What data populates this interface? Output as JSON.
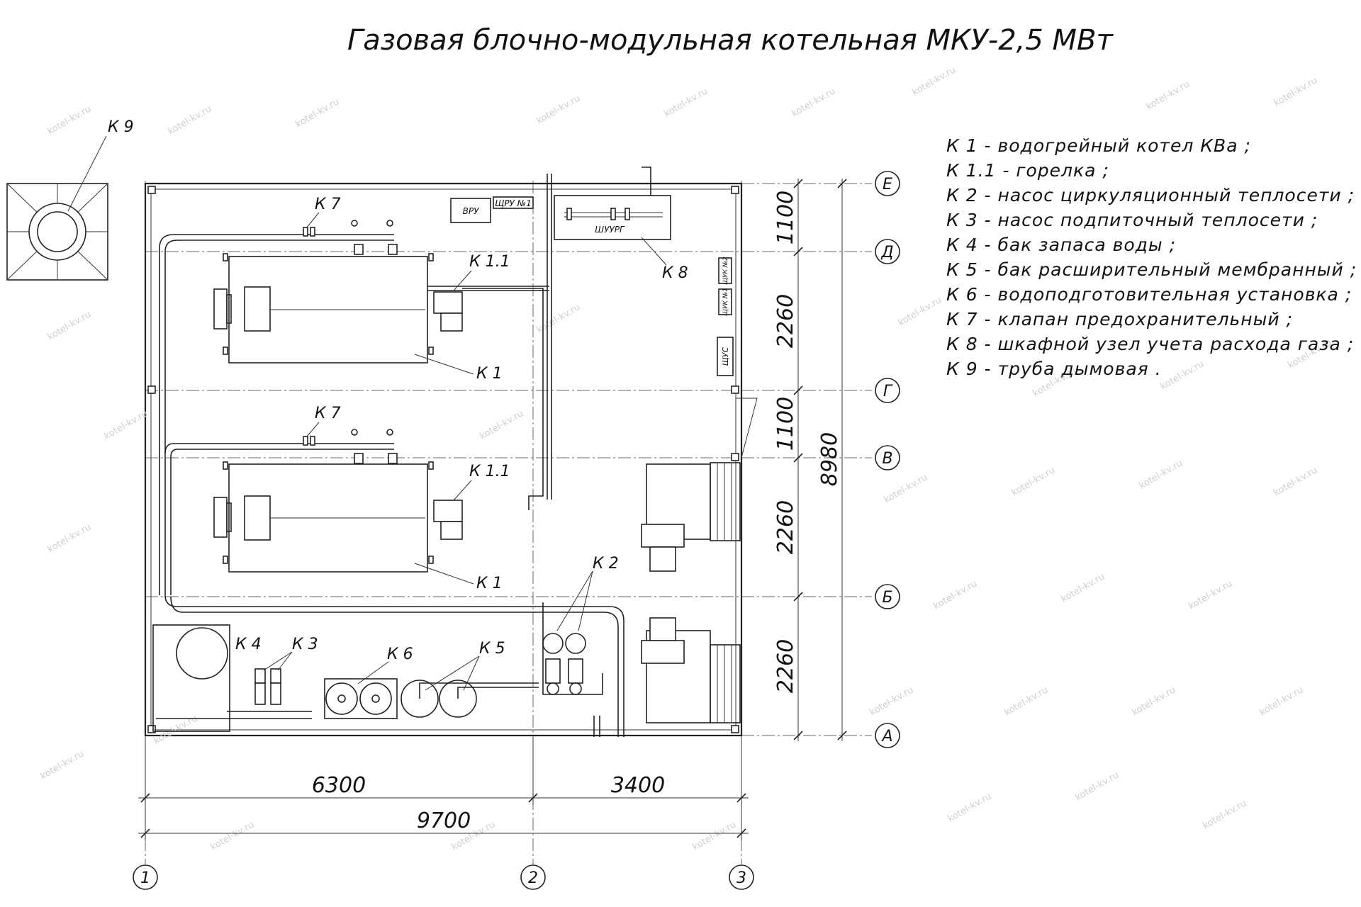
{
  "title": "Газовая блочно-модульная котельная МКУ-2,5 МВт",
  "legend": [
    "К 1 - водогрейный котел КВа ;",
    "К 1.1 - горелка ;",
    "К 2 - насос циркуляционный теплосети ;",
    "К 3 - насос подпиточный теплосети ;",
    "К 4 - бак запаса воды ;",
    "К 5 - бак расширительный мембранный ;",
    "К 6 - водоподготовительная установка ;",
    "К 7 - клапан предохранительный ;",
    "К 8 - шкафной узел учета расхода газа ;",
    "К 9 - труба дымовая ."
  ],
  "tags": {
    "k9": "К 9",
    "k7a": "К 7",
    "k7b": "К 7",
    "k11a": "К 1.1",
    "k11b": "К 1.1",
    "k1a": "К 1",
    "k1b": "К 1",
    "k8": "К 8",
    "k2": "К 2",
    "k3": "К 3",
    "k4": "К 4",
    "k5": "К 5",
    "k6": "К 6"
  },
  "cabinets": {
    "vru": "ВРУ",
    "shru": "ЩРУ №1",
    "shuurg": "ШУУРГ",
    "shuk2": "ЩУК №2",
    "shuk1": "ЩУК №1",
    "shus": "ЩУС"
  },
  "dimensions": {
    "horizontal": [
      "6300",
      "3400",
      "9700"
    ],
    "vertical": [
      "1100",
      "2260",
      "1100",
      "2260",
      "2260"
    ],
    "total_vertical": "8980"
  },
  "axes": {
    "rows": [
      "Е",
      "Д",
      "Г",
      "В",
      "Б",
      "А"
    ],
    "columns": [
      "1",
      "2",
      "3"
    ]
  },
  "watermark": "kotel-kv.ru"
}
